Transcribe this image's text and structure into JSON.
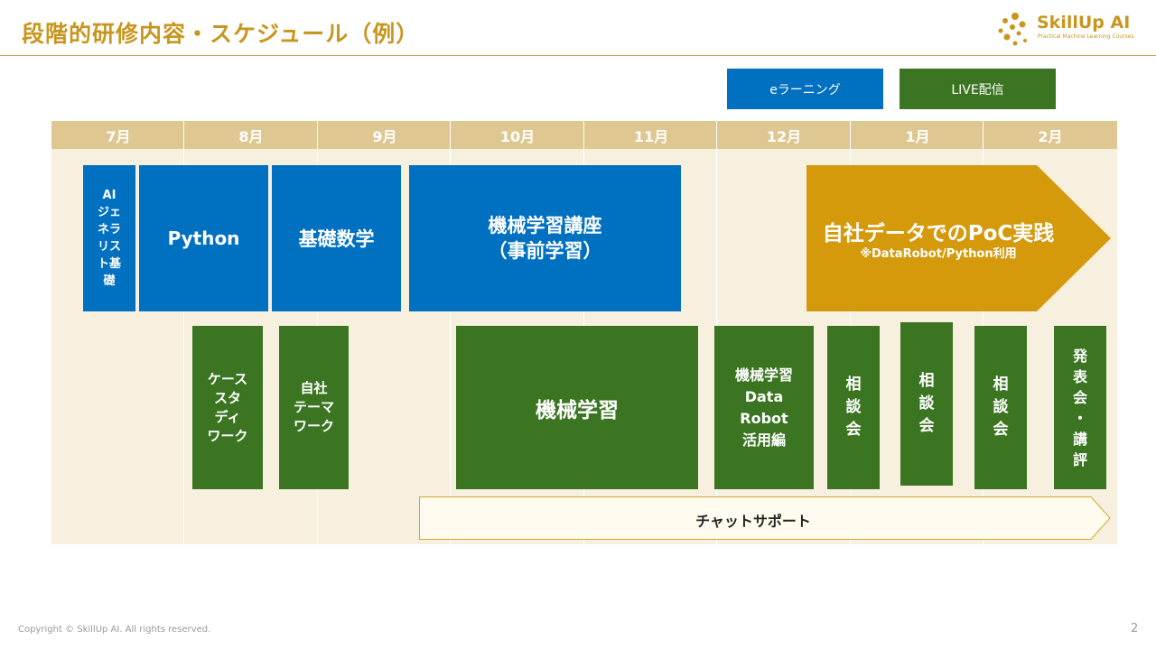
{
  "header": {
    "title": "段階的研修内容・スケジュール（例）",
    "logo_text": "SkillUp AI",
    "logo_tagline": "Practical Machine Learning Courses"
  },
  "legend": {
    "elearning": "eラーニング",
    "live": "LIVE配信"
  },
  "months": [
    "7月",
    "8月",
    "9月",
    "10月",
    "11月",
    "12月",
    "1月",
    "2月"
  ],
  "elearning_blocks": {
    "ai_generalist": "AI\nジェ\nネラ\nリス\nト基\n礎",
    "python": "Python",
    "math": "基礎数学",
    "ml_course": "機械学習講座\n（事前学習）"
  },
  "poc": {
    "title": "自社データでのPoC実践",
    "subtitle": "※DataRobot/Python利用"
  },
  "live_blocks": {
    "case_study": "ケース\nスタ\nディ\nワーク",
    "theme_work": "自社\nテーマ\nワーク",
    "ml": "機械学習",
    "datarobot": "機械学習\nData\nRobot\n活用編",
    "consult_1": "相\n談\n会",
    "consult_2": "相\n談\n会",
    "consult_3": "相\n談\n会",
    "presentation": "発\n表\n会\n・\n講\n評"
  },
  "chat_support": "チャットサポート",
  "footer": {
    "copyright": "Copyright © SkillUp AI. All rights reserved.",
    "page_number": "2"
  },
  "colors": {
    "accent_gold": "#C8961E",
    "elearning_blue": "#0070C0",
    "live_green": "#3B7522",
    "poc_gold": "#D49A0C",
    "header_tan": "#DFC791",
    "board_bg": "#F8F0DF"
  }
}
